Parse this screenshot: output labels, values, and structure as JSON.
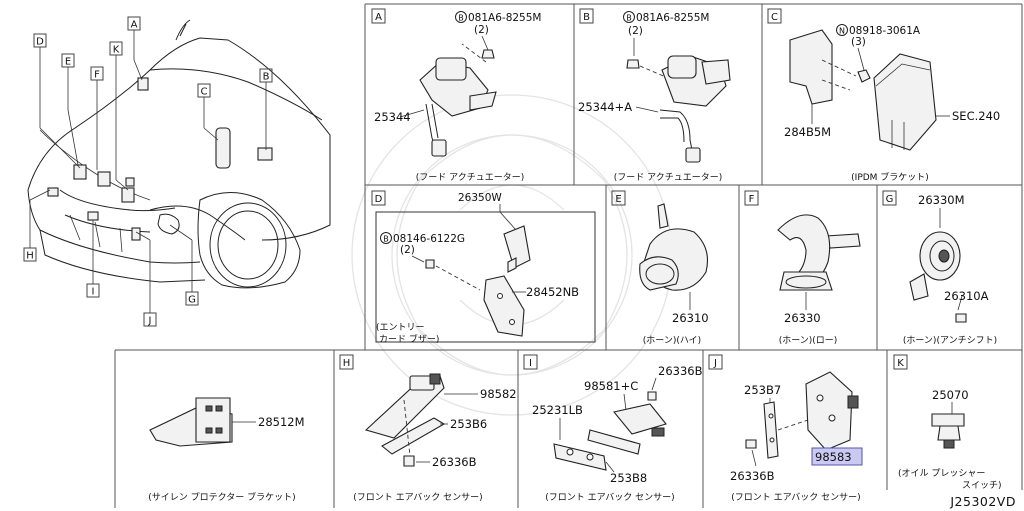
{
  "diagram_code": "J25302VD",
  "car_callouts": [
    "D",
    "E",
    "F",
    "K",
    "A",
    "C",
    "B",
    "H",
    "I",
    "J",
    "G"
  ],
  "panels": {
    "A": {
      "letter": "A",
      "bolt": "081A6-8255M",
      "bolt_prefix": "B",
      "qty": "(2)",
      "part": "25344",
      "caption": "(フード アクチュエーター)"
    },
    "B": {
      "letter": "B",
      "bolt": "081A6-8255M",
      "bolt_prefix": "B",
      "qty": "(2)",
      "part": "25344+A",
      "caption": "(フード アクチュエーター)"
    },
    "C": {
      "letter": "C",
      "nut": "08918-3061A",
      "nut_prefix": "N",
      "qty": "(3)",
      "part1": "284B5M",
      "part2": "SEC.240",
      "caption": "(IPDM ブラケット)"
    },
    "D": {
      "letter": "D",
      "part1": "26350W",
      "bolt": "08146-6122G",
      "bolt_prefix": "B",
      "qty": "(2)",
      "part2": "28452NB",
      "caption_line1": "(エントリー",
      "caption_line2": "カード ブザー)"
    },
    "E": {
      "letter": "E",
      "part": "26310",
      "caption": "(ホーン)(ハイ)"
    },
    "F": {
      "letter": "F",
      "part": "26330",
      "caption": "(ホーン)(ロー)"
    },
    "G": {
      "letter": "G",
      "part1": "26330M",
      "part2": "26310A",
      "caption": "(ホーン)(アンチシフト)"
    },
    "S": {
      "part": "28512M",
      "caption": "(サイレン プロテクター ブラケット)"
    },
    "H": {
      "letter": "H",
      "part1": "98582",
      "part2": "253B6",
      "part3": "26336B",
      "caption": "(フロント エアバック センサー)"
    },
    "I": {
      "letter": "I",
      "part1": "26336B",
      "part2": "98581+C",
      "part3": "25231LB",
      "part4": "253B8",
      "caption": "(フロント エアバック センサー)"
    },
    "J": {
      "letter": "J",
      "part1": "253B7",
      "part2": "26336B",
      "part3": "98583",
      "caption": "(フロント エアバック センサー)"
    },
    "K": {
      "letter": "K",
      "part1": "25070",
      "caption_line1": "(オイル プレッシャー",
      "caption_line2": "スイッチ)"
    }
  },
  "colors": {
    "highlight_fill": "#c9c9f2",
    "highlight_stroke": "#5555aa",
    "line": "#222222"
  }
}
